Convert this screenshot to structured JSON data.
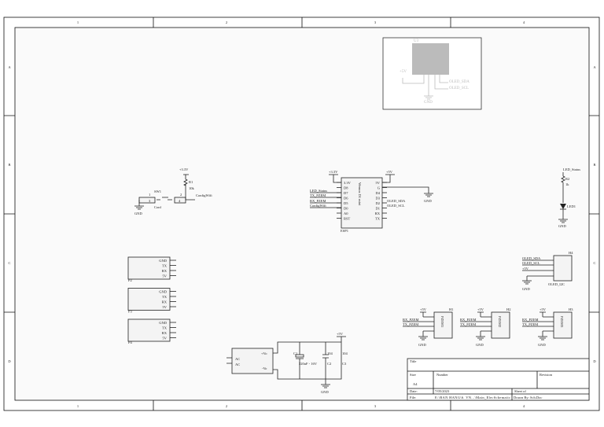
{
  "frame": {
    "columns": [
      "1",
      "2",
      "3",
      "4"
    ],
    "rows": [
      "A",
      "B",
      "C",
      "D"
    ]
  },
  "esp": {
    "ref": "ESP1",
    "name": "Wemos D1 mini",
    "left_pins": [
      "3.3V",
      "D8",
      "D7",
      "D6",
      "D5",
      "D0",
      "A0",
      "RST"
    ],
    "right_pins": [
      "5V",
      "G",
      "D4",
      "D3",
      "D2",
      "D1",
      "RX",
      "TX"
    ],
    "nets_left": [
      "LED_Status",
      "TX_PZEM",
      "RX_PZEM",
      "ConfigWifi"
    ],
    "nets_right": [
      "OLED_SDA",
      "OLED_SCL"
    ],
    "pwr_left": "+3.3V",
    "pwr_right": "+5V",
    "gnd": "GND"
  },
  "switch": {
    "ref": "SW1",
    "name": "Conf",
    "pins": [
      "1",
      "2",
      "3",
      "4"
    ],
    "res_ref": "R1",
    "res_val": "10k",
    "pwr": "+3.3V",
    "net": "ConfigWifi",
    "gnd": "GND"
  },
  "led": {
    "net": "LED_Status",
    "res_ref": "R2",
    "res_val": "1k",
    "led_ref": "LED1",
    "gnd": "GND"
  },
  "oled": {
    "ref": "H4",
    "name": "OLED_I2C",
    "nets": [
      "OLED_SDA",
      "OLED_SCL",
      "+5V"
    ],
    "gnd": "GND"
  },
  "oled_ghost": {
    "ref": "U3",
    "pwr": "+5V",
    "gnd": "GND",
    "nets": [
      "OLED_SDA",
      "OLED_SCL"
    ]
  },
  "connectors": [
    {
      "ref": "P2",
      "pins": [
        "GND",
        "TX",
        "RX",
        "5V"
      ]
    },
    {
      "ref": "P3",
      "pins": [
        "GND",
        "TX",
        "RX",
        "5V"
      ]
    },
    {
      "ref": "P4",
      "pins": [
        "GND",
        "TX",
        "RX",
        "5V"
      ]
    }
  ],
  "pzem": [
    {
      "ref": "H1",
      "name": "PZEM1",
      "pwr": "+5V",
      "nets": [
        "RX_PZEM",
        "TX_PZEM"
      ],
      "gnd": "GND"
    },
    {
      "ref": "H2",
      "name": "PZEM2",
      "pwr": "+5V",
      "nets": [
        "RX_PZEM",
        "TX_PZEM"
      ],
      "gnd": "GND"
    },
    {
      "ref": "H3",
      "name": "PZEM3",
      "pwr": "+5V",
      "nets": [
        "RX_PZEM",
        "TX_PZEM"
      ],
      "gnd": "GND"
    }
  ],
  "power": {
    "ac1": "AC",
    "ac2": "AC",
    "vo_plus": "+Vo",
    "vo_minus": "-Vo",
    "c1_ref": "C1",
    "c1_val": "220uF - 16V",
    "c2_ref": "C2",
    "c2_val": "104",
    "c3_ref": "C3",
    "c3_val": "104",
    "pwr": "+5V",
    "gnd": "GND"
  },
  "title_block": {
    "title_label": "Title",
    "size_label": "Size",
    "size": "A4",
    "number_label": "Number",
    "revision_label": "Revision",
    "date_label": "Date:",
    "date": "7/05/2023",
    "sheet_label": "Sheet  of",
    "file_label": "File:",
    "file": "E:\\BAN HANG\\6. VN...\\Main_ElecSchematic",
    "drawn_by": "Drawn By: Sch.Doc"
  }
}
